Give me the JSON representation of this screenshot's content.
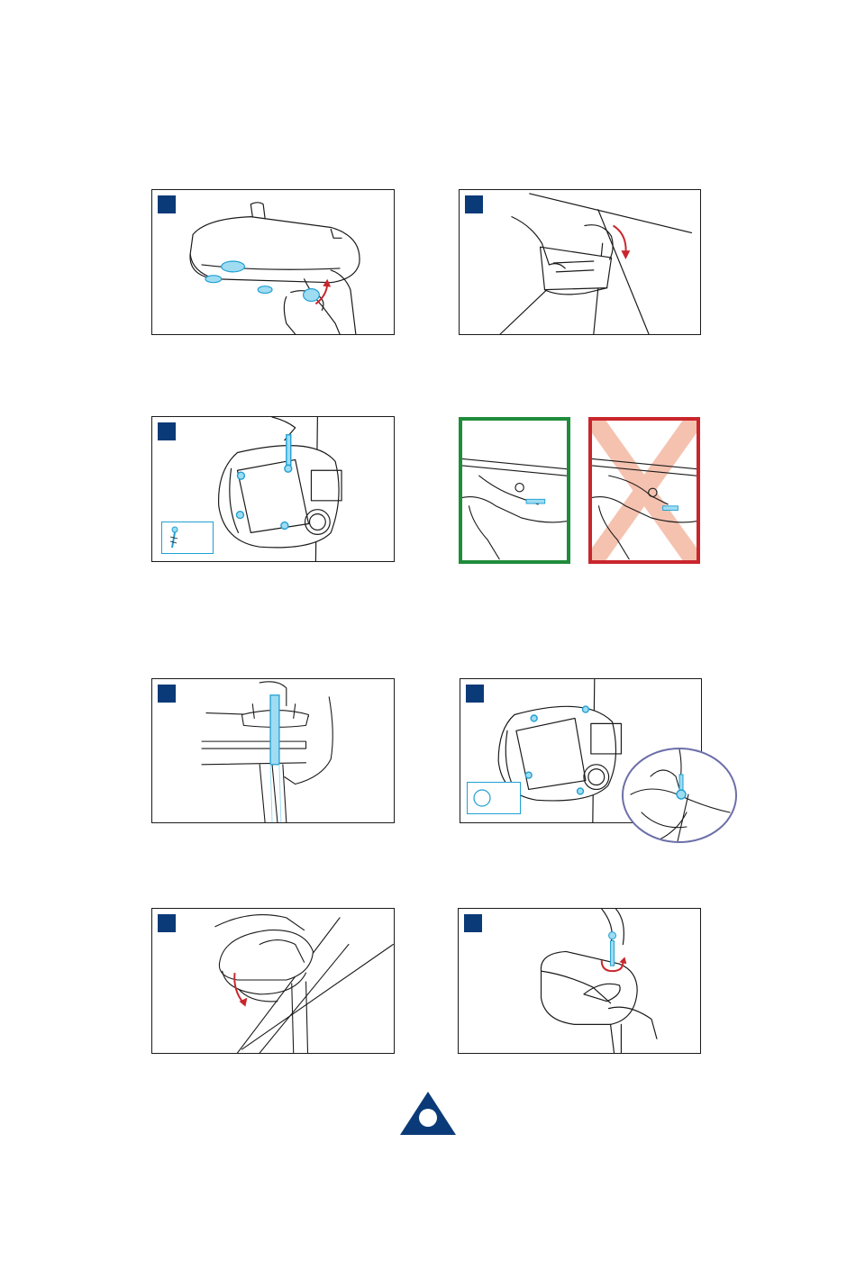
{
  "document": {
    "colors": {
      "badge": "#0b3a78",
      "accent_blue": "#1ea0d2",
      "arrow_red": "#c9262c",
      "correct_green": "#1f8c3b",
      "incorrect_red": "#c9262c",
      "cross_fill": "#f6c2b0",
      "line": "#1a1a1a"
    },
    "steps": [
      {
        "id": 1,
        "illustration": "lift-cap-from-base"
      },
      {
        "id": 2,
        "illustration": "rotate-head-downward"
      },
      {
        "id": 3,
        "illustration": "remove-four-screws",
        "legend_icon": "screw-icon"
      },
      {
        "id": 4,
        "illustration": "slide-stem-through-frame"
      },
      {
        "id": 5,
        "illustration": "fit-screws-with-washers",
        "legend_icon": "washer-icon"
      },
      {
        "id": 6,
        "illustration": "twist-cover-onto-head"
      },
      {
        "id": 7,
        "illustration": "tighten-top-screw"
      }
    ],
    "checks": [
      {
        "status": "correct",
        "icon": "correct-fit-panel"
      },
      {
        "status": "incorrect",
        "icon": "cross-mark-icon"
      }
    ],
    "logo_icon": "triangle-circle-logo-icon"
  }
}
